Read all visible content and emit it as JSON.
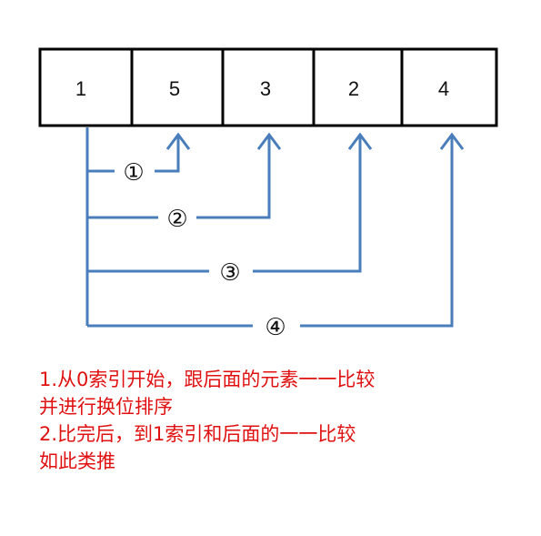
{
  "array": {
    "cells": [
      "1",
      "5",
      "3",
      "2",
      "4"
    ]
  },
  "steps": [
    "①",
    "②",
    "③",
    "④"
  ],
  "notes": [
    "1.从0索引开始，跟后面的元素一一比较",
    "并进行换位排序",
    "2.比完后，到1索引和后面的一一比较",
    "如此类推"
  ],
  "colors": {
    "arrow": "#4a7ebb",
    "note_text": "#e01010",
    "cell_border": "#000000"
  }
}
